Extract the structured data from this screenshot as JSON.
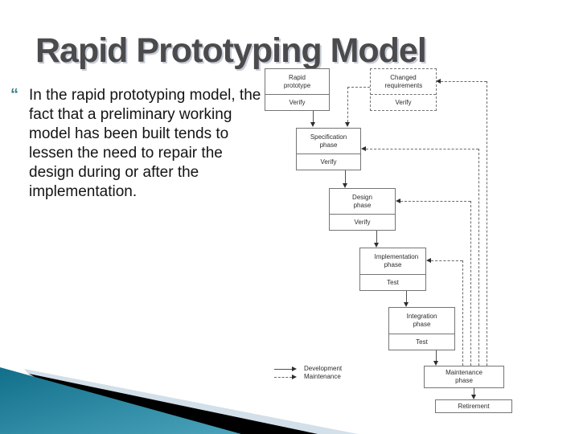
{
  "slide": {
    "title": "Rapid Prototyping Model",
    "bullet_glyph": "“",
    "body": "In the rapid prototyping model, the fact that a preliminary working model has been built tends to lessen the need to repair the design during or after the implementation."
  },
  "diagram": {
    "boxes": [
      {
        "label": "Rapid prototype",
        "sub": "Verify"
      },
      {
        "label": "Changed requirements",
        "sub": "Verify"
      },
      {
        "label": "Specification phase",
        "sub": "Verify"
      },
      {
        "label": "Design phase",
        "sub": "Verify"
      },
      {
        "label": "Implementation phase",
        "sub": "Test"
      },
      {
        "label": "Integration phase",
        "sub": "Test"
      },
      {
        "label": "Maintenance phase"
      },
      {
        "label": "Retirement"
      }
    ],
    "legend": [
      {
        "style": "solid",
        "label": "Development"
      },
      {
        "style": "dashed",
        "label": "Maintenance"
      }
    ]
  },
  "colors": {
    "title": "#4b4b4d",
    "title_shadow": "#c7ccd6",
    "bullet": "#35808e",
    "teal_dark": "#116f8b",
    "teal_light": "#4aa3ba",
    "stripe": "#000000",
    "pale": "#d3dfe9"
  }
}
